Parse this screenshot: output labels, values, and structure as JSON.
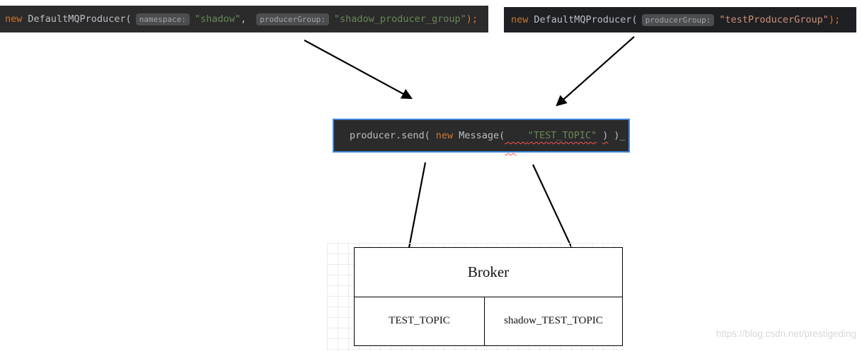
{
  "code_snippets": {
    "shadow_producer": {
      "kw_new": "new",
      "call": "DefaultMQProducer(",
      "namespace_hint": "namespace:",
      "namespace_value": "\"shadow\"",
      "separator": ",",
      "group_hint": "producerGroup:",
      "group_value": "\"shadow_producer_group\"",
      "close": ");"
    },
    "test_producer": {
      "kw_new": "new",
      "call": "DefaultMQProducer(",
      "group_hint": "producerGroup:",
      "group_value": "\"testProducerGroup\"",
      "close": ");"
    },
    "send_statement": {
      "prefix": "producer.send(",
      "kw_new": "new",
      "call": "Message(",
      "topic": "\"TEST_TOPIC\"",
      "after_topic": ")",
      "close": ")",
      "cursor": "_"
    }
  },
  "diagram": {
    "broker_label": "Broker",
    "topics": [
      "TEST_TOPIC",
      "shadow_TEST_TOPIC"
    ]
  },
  "watermark": "https://blog.csdn.net/prestigeding",
  "colors": {
    "code_background": "#2b2b2b",
    "keyword_orange": "#cc7832",
    "plain_code": "#bcbec4",
    "string_green": "#6a8759",
    "string_orange": "#ce9178",
    "hint_background": "#4b4d4f",
    "hint_text": "#a1a5aa",
    "focus_border_blue": "#3f83d8",
    "error_underline_red": "#ff5252",
    "arrow_black": "#000000"
  }
}
